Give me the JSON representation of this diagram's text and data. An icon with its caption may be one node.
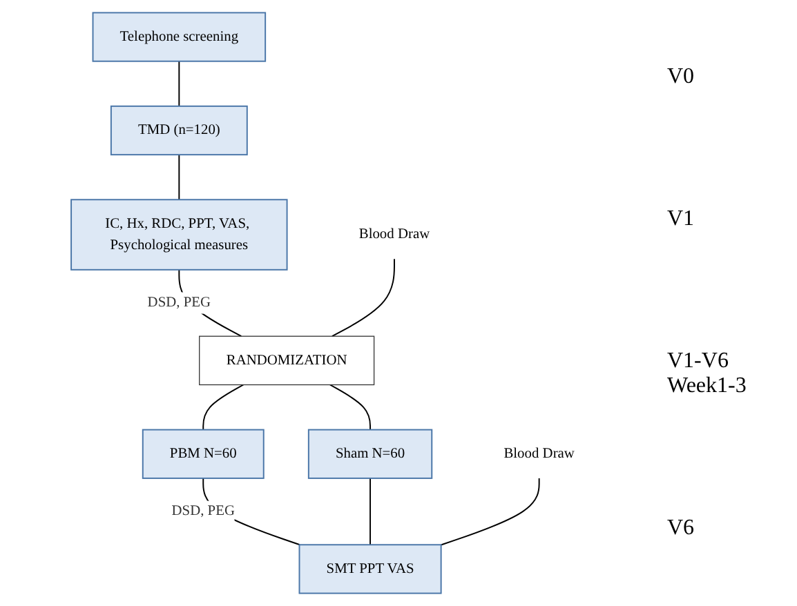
{
  "diagram": {
    "nodes": [
      {
        "text": [
          "Telephone screening"
        ]
      },
      {
        "text": [
          "TMD (n=120)"
        ]
      },
      {
        "text": [
          "IC, Hx, RDC, PPT, VAS, Psychological measures"
        ]
      },
      {
        "text": [
          "RANDOMIZATION"
        ]
      },
      {
        "text": [
          "PBM N=60"
        ]
      },
      {
        "text": [
          "Sham N=60"
        ]
      },
      {
        "text": [
          "SMT PPT VAS"
        ]
      },
      {
        "text": [
          "Blood Draw"
        ]
      },
      {
        "text": [
          "Blood Draw"
        ]
      }
    ],
    "edges": [
      {
        "from": 0,
        "to": 1,
        "arrow": "none"
      },
      {
        "from": 1,
        "to": 2,
        "arrow": "none"
      },
      {
        "from": 2,
        "to": 3,
        "arrow": "none",
        "label": "DSD, PEG"
      },
      {
        "from": 3,
        "to": 4,
        "arrow": "none"
      },
      {
        "from": 3,
        "to": 5,
        "arrow": "none"
      },
      {
        "from": 4,
        "to": 6,
        "arrow": "none",
        "label": "DSD, PEG"
      },
      {
        "from": 5,
        "to": 6,
        "arrow": "none"
      },
      {
        "from": 7,
        "to": 3,
        "arrow": "none"
      },
      {
        "from": 8,
        "to": 6,
        "arrow": "none"
      }
    ],
    "labels": [
      "V0",
      "V1",
      "V1-V6 Week1-3",
      "V6"
    ]
  }
}
